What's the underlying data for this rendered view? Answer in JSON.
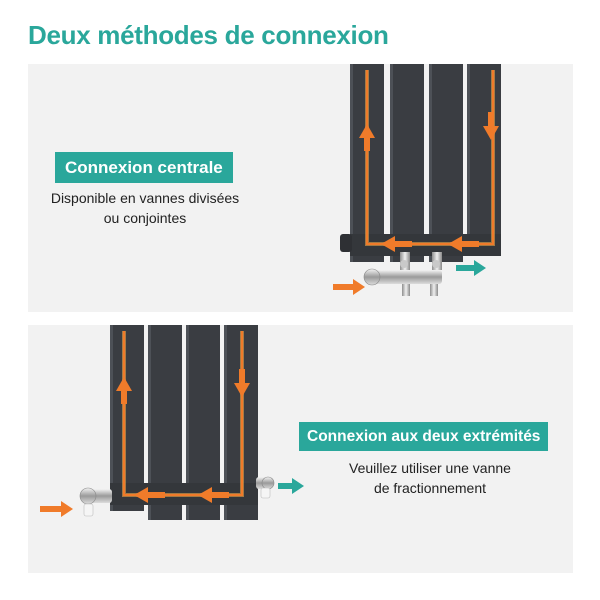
{
  "title": "Deux méthodes de connexion",
  "sections": [
    {
      "label": "Connexion centrale",
      "description_lines": [
        "Disponible en vannes divisées",
        "ou conjointes"
      ]
    },
    {
      "label": "Connexion aux deux extrémités",
      "description_lines": [
        "Veuillez utiliser une vanne",
        "de fractionnement"
      ]
    }
  ],
  "colors": {
    "accent": "#2aa79b",
    "radiator": "#3a3d42",
    "hot_flow": "#f07b2a",
    "outflow": "#2aa79b",
    "panel_bg": "#f2f2f2"
  }
}
